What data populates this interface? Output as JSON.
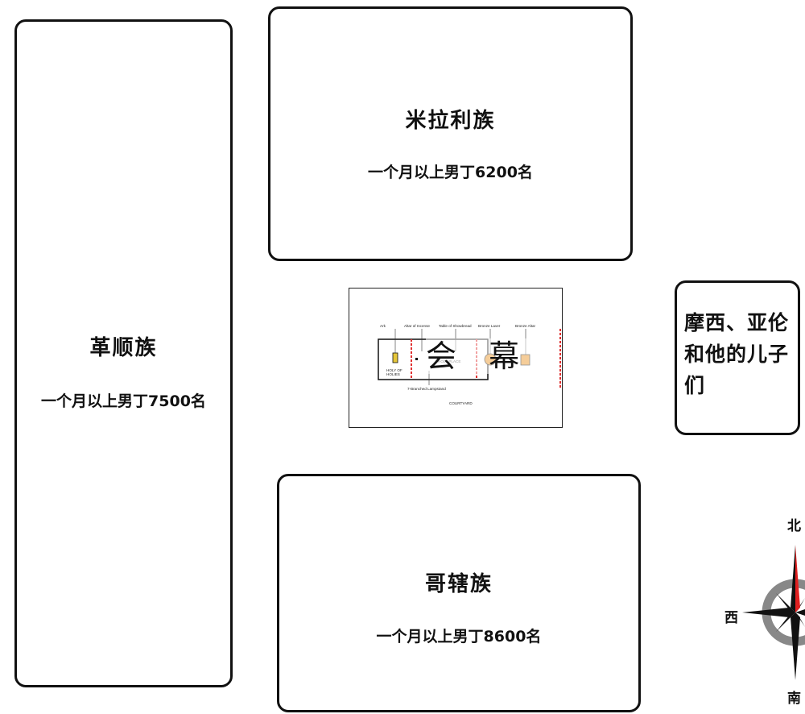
{
  "clans": {
    "gershon": {
      "name": "革顺族",
      "count": "一个月以上男丁7500名"
    },
    "merari": {
      "name": "米拉利族",
      "count": "一个月以上男丁6200名"
    },
    "kohath": {
      "name": "哥辖族",
      "count": "一个月以上男丁8600名"
    }
  },
  "moses_aaron": "摩西、亚伦和他的儿子们",
  "tabernacle": {
    "title": "会 幕",
    "labels": {
      "ark": "Ark",
      "altar_incense": "Altar of Incense",
      "table_showbread": "Table of Showbread",
      "bronze_laver": "Bronze Laver",
      "bronze_altar": "Bronze Altar",
      "holy_of_holies_1": "HOLY OF",
      "holy_of_holies_2": "HOLIES",
      "holy_place": "HOLY PLACE",
      "lampstand": "7-Branched Lampstand",
      "courtyard": "COURTYARD"
    },
    "colors": {
      "laver": "#e8901e",
      "altar": "#e8901e",
      "ark": "#e5c63a",
      "veil": "#e03030"
    }
  },
  "compass": {
    "north": "北",
    "west": "西",
    "south": "南",
    "colors": {
      "ring": "#888888",
      "north_point": "#e02020",
      "points": "#111111"
    }
  }
}
